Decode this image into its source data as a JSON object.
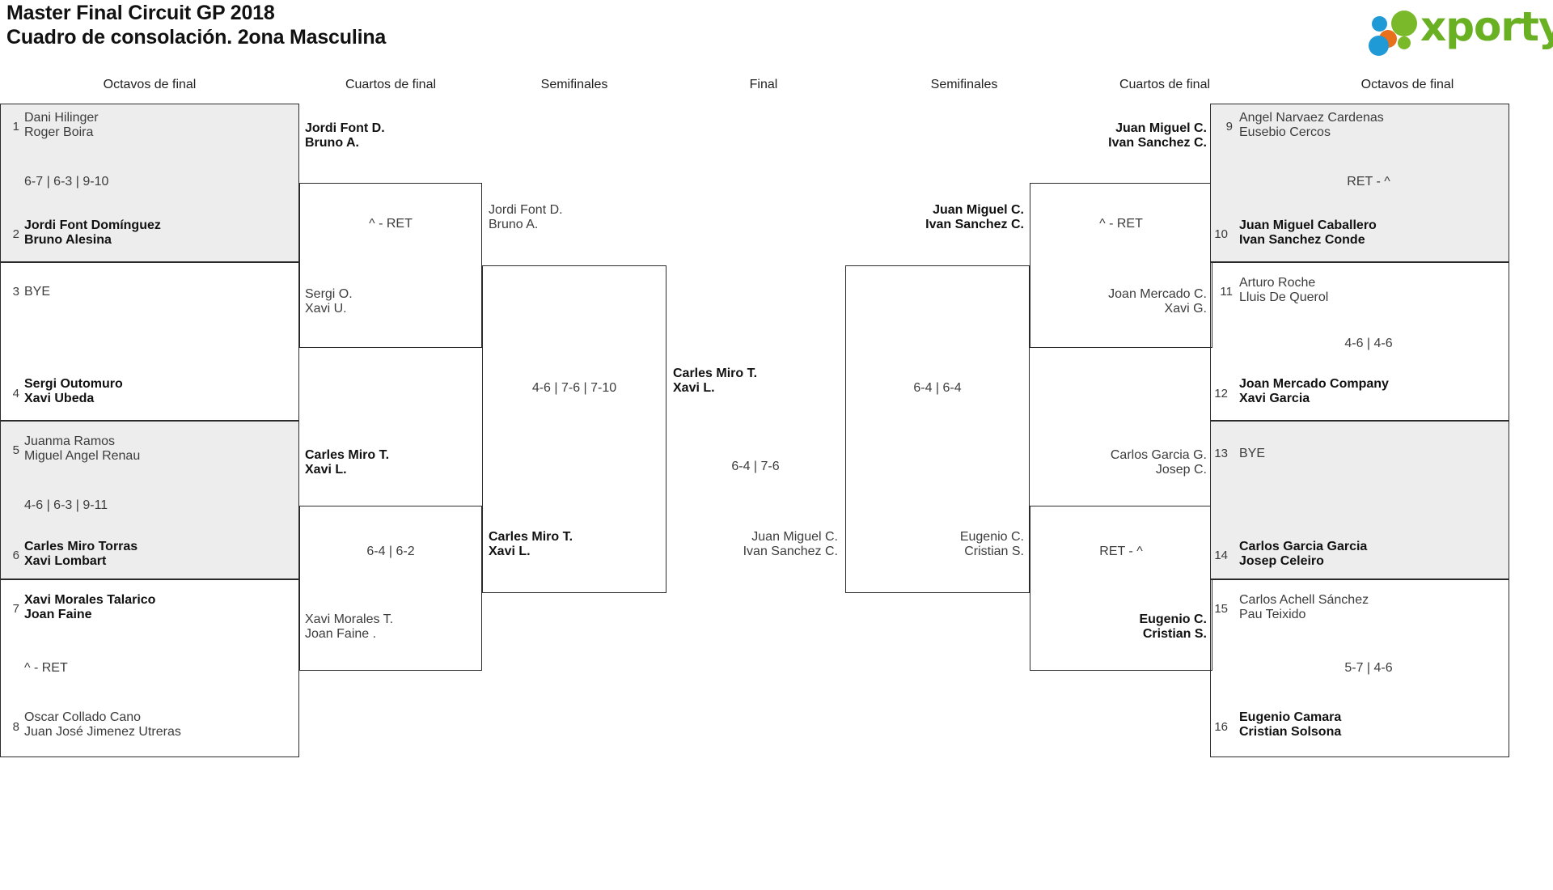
{
  "header": {
    "title_line1": "Master Final Circuit GP 2018",
    "title_line2": "Cuadro de consolación. 2ona Masculina",
    "logo_text": "xporty",
    "logo_colors": {
      "green": "#6ab023",
      "blue": "#1f9ad6",
      "orange": "#e8701a"
    }
  },
  "round_headings": {
    "left_r16": "Octavos de final",
    "left_qf": "Cuartos de final",
    "left_sf": "Semifinales",
    "final": "Final",
    "right_sf": "Semifinales",
    "right_qf": "Cuartos de final",
    "right_r16": "Octavos de final"
  },
  "left_r16": [
    {
      "seed": "1",
      "line1": "Dani Hilinger",
      "line2": "Roger Boira",
      "winner": false
    },
    {
      "seed": "2",
      "line1": "Jordi Font Domínguez",
      "line2": "Bruno Alesina",
      "winner": true
    },
    {
      "seed": "3",
      "line1": "BYE",
      "line2": "",
      "winner": false
    },
    {
      "seed": "4",
      "line1": "Sergi Outomuro",
      "line2": "Xavi Ubeda",
      "winner": true
    },
    {
      "seed": "5",
      "line1": "Juanma Ramos",
      "line2": "Miguel Angel Renau",
      "winner": false
    },
    {
      "seed": "6",
      "line1": "Carles Miro Torras",
      "line2": "Xavi Lombart",
      "winner": true
    },
    {
      "seed": "7",
      "line1": "Xavi Morales Talarico",
      "line2": "Joan Faine",
      "winner": true
    },
    {
      "seed": "8",
      "line1": "Oscar Collado Cano",
      "line2": "Juan José Jimenez Utreras",
      "winner": false
    }
  ],
  "left_r16_scores": [
    "6-7 | 6-3 | 9-10",
    "",
    "4-6 | 6-3 | 9-11",
    "^ - RET"
  ],
  "left_qf": [
    {
      "line1": "Jordi Font D.",
      "line2": "Bruno A.",
      "winner": true
    },
    {
      "line1": "Sergi O.",
      "line2": "Xavi U.",
      "winner": false
    },
    {
      "line1": "Carles Miro T.",
      "line2": "Xavi L.",
      "winner": true
    },
    {
      "line1": "Xavi Morales T.",
      "line2": "Joan Faine .",
      "winner": false
    }
  ],
  "left_qf_scores": [
    "^ - RET",
    "6-4 | 6-2"
  ],
  "left_sf": [
    {
      "line1": "Jordi Font D.",
      "line2": "Bruno A.",
      "winner": false
    },
    {
      "line1": "Carles Miro T.",
      "line2": "Xavi L.",
      "winner": true
    }
  ],
  "left_sf_scores": [
    "4-6 | 7-6 | 7-10"
  ],
  "final": [
    {
      "line1": "Carles Miro T.",
      "line2": "Xavi L.",
      "winner": true
    },
    {
      "line1": "Juan Miguel C.",
      "line2": "Ivan Sanchez C.",
      "winner": false
    }
  ],
  "final_scores": [
    "6-4 | 7-6"
  ],
  "right_sf": [
    {
      "line1": "Juan Miguel C.",
      "line2": "Ivan Sanchez C.",
      "winner": true
    },
    {
      "line1": "Eugenio C.",
      "line2": "Cristian S.",
      "winner": false
    }
  ],
  "right_sf_scores": [
    "6-4 | 6-4"
  ],
  "right_qf": [
    {
      "line1": "Juan Miguel C.",
      "line2": "Ivan Sanchez C.",
      "winner": true
    },
    {
      "line1": "Joan Mercado C.",
      "line2": "Xavi G.",
      "winner": false
    },
    {
      "line1": "Carlos Garcia G.",
      "line2": "Josep C.",
      "winner": false
    },
    {
      "line1": "Eugenio C.",
      "line2": "Cristian S.",
      "winner": true
    }
  ],
  "right_qf_scores": [
    "^ - RET",
    "RET - ^"
  ],
  "right_r16": [
    {
      "seed": "9",
      "line1": "Angel Narvaez Cardenas",
      "line2": "Eusebio Cercos",
      "winner": false
    },
    {
      "seed": "10",
      "line1": "Juan Miguel Caballero",
      "line2": "Ivan Sanchez Conde",
      "winner": true
    },
    {
      "seed": "11",
      "line1": "Arturo Roche",
      "line2": "Lluis De Querol",
      "winner": false
    },
    {
      "seed": "12",
      "line1": "Joan Mercado Company",
      "line2": "Xavi Garcia",
      "winner": true
    },
    {
      "seed": "13",
      "line1": "BYE",
      "line2": "",
      "winner": false
    },
    {
      "seed": "14",
      "line1": "Carlos Garcia Garcia",
      "line2": "Josep Celeiro",
      "winner": true
    },
    {
      "seed": "15",
      "line1": "Carlos Achell Sánchez",
      "line2": "Pau Teixido",
      "winner": false
    },
    {
      "seed": "16",
      "line1": "Eugenio Camara",
      "line2": "Cristian Solsona",
      "winner": true
    }
  ],
  "right_r16_scores": [
    "RET - ^",
    "4-6 | 4-6",
    "",
    "5-7 | 4-6"
  ]
}
